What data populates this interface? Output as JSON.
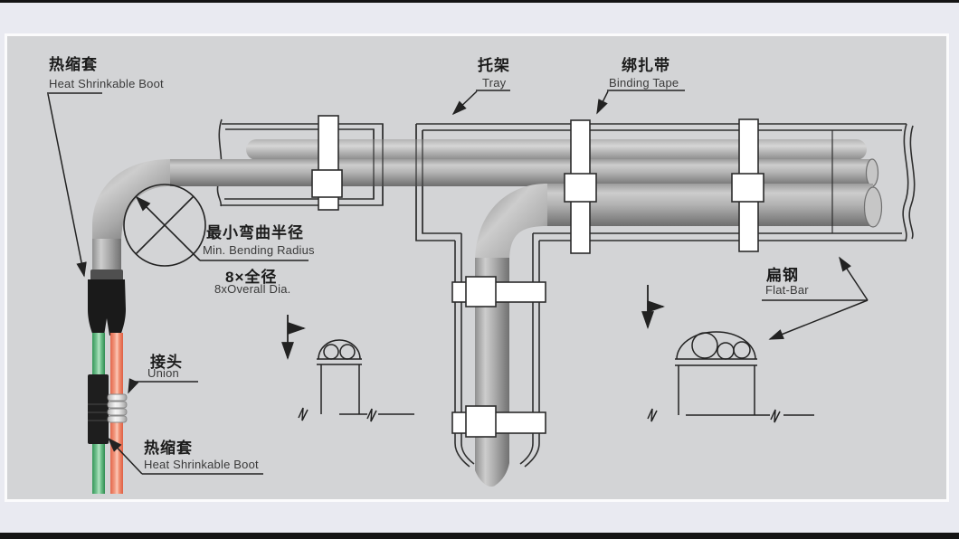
{
  "page": {
    "background": "#e9eaf1",
    "panel_background": "#d3d4d6",
    "line_color": "#2e2e2e",
    "frame_bar_color": "#141414"
  },
  "labels": {
    "heat_boot_top": {
      "zh": "热缩套",
      "en": "Heat Shrinkable Boot"
    },
    "tray": {
      "zh": "托架",
      "en": "Tray"
    },
    "binding_tape": {
      "zh": "绑扎带",
      "en": "Binding Tape"
    },
    "min_bending_radius": {
      "zh": "最小弯曲半径",
      "en": "Min. Bending Radius"
    },
    "overall_dia": {
      "zh": "8×全径",
      "en": "8xOverall Dia."
    },
    "union": {
      "zh": "接头",
      "en": "Union"
    },
    "heat_boot_bottom": {
      "zh": "热缩套",
      "en": "Heat Shrinkable Boot"
    },
    "flat_bar": {
      "zh": "扁钢",
      "en": "Flat-Bar"
    }
  },
  "colors": {
    "cable_gray_light": "#cdcdcd",
    "cable_gray_dark": "#6e6e6e",
    "boot_black": "#1a1a1a",
    "cable_green": "#35975a",
    "cable_orange": "#e4674b",
    "binding_tape_white": "#ffffff",
    "union_silver": "#f2f2f2"
  }
}
